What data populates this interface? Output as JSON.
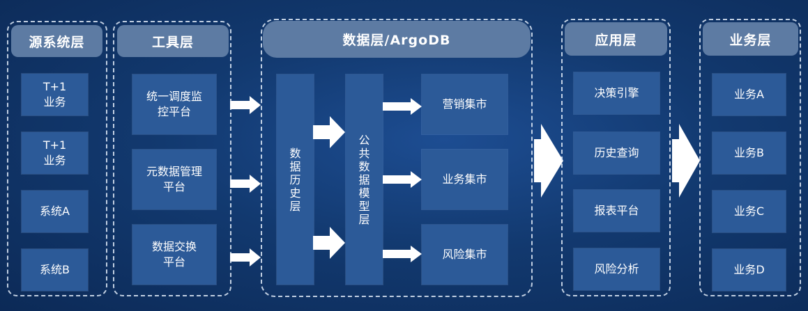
{
  "columns": {
    "source": {
      "title": "源系统层",
      "items": [
        "T+1\n业务",
        "T+1\n业务",
        "系统A",
        "系统B"
      ]
    },
    "tools": {
      "title": "工具层",
      "items": [
        "统一调度监\n控平台",
        "元数据管理\n平台",
        "数据交换\n平台"
      ]
    },
    "data": {
      "title": "数据层/ArgoDB",
      "history": "数据历史层",
      "common_model": "公共数据模型层",
      "marts": [
        "营销集市",
        "业务集市",
        "风险集市"
      ]
    },
    "application": {
      "title": "应用层",
      "items": [
        "决策引擎",
        "历史查询",
        "报表平台",
        "风险分析"
      ]
    },
    "business": {
      "title": "业务层",
      "items": [
        "业务A",
        "业务B",
        "业务C",
        "业务D"
      ]
    }
  }
}
